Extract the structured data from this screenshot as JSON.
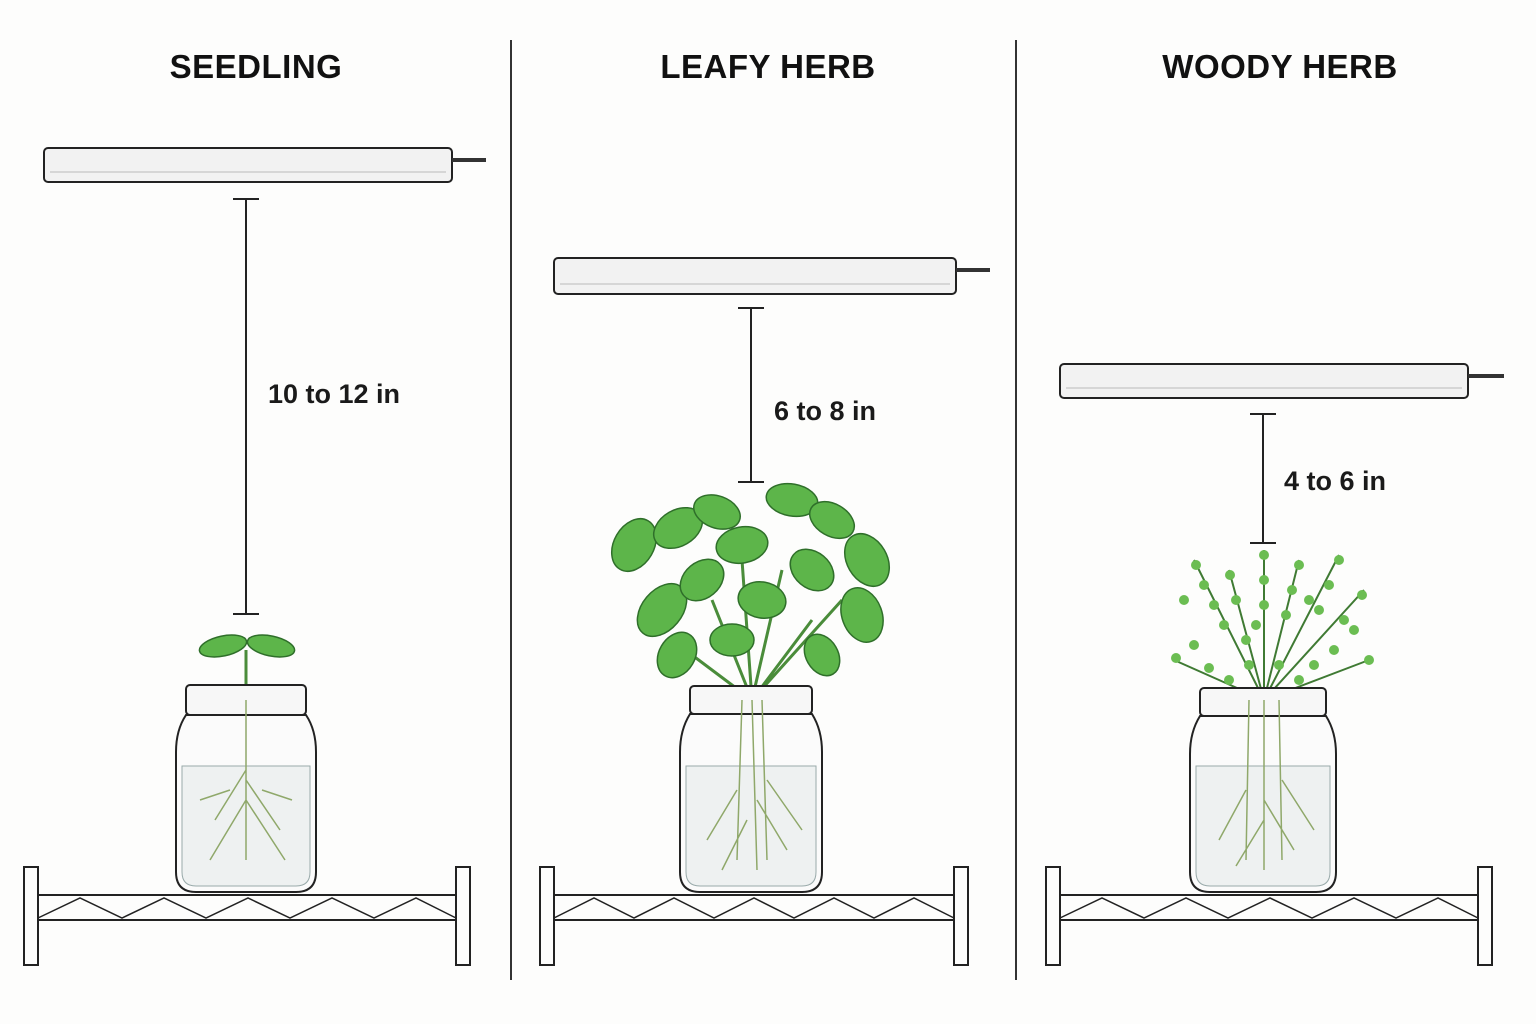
{
  "panels": [
    {
      "title": "SEEDLING",
      "distance": "10 to 12 in"
    },
    {
      "title": "LEAFY HERB",
      "distance": "6 to 8 in"
    },
    {
      "title": "WOODY HERB",
      "distance": "4 to 6 in"
    }
  ],
  "colors": {
    "outline": "#222222",
    "light_body": "#f2f2f2",
    "water": "#eef1f1",
    "leaf": "#5db54a",
    "leaf_dark": "#2f6f2a",
    "root": "#8fa86a"
  },
  "icons": [
    "grow-light-icon",
    "mason-jar-icon",
    "wire-shelf-icon",
    "seedling-icon",
    "basil-icon",
    "thyme-icon"
  ]
}
